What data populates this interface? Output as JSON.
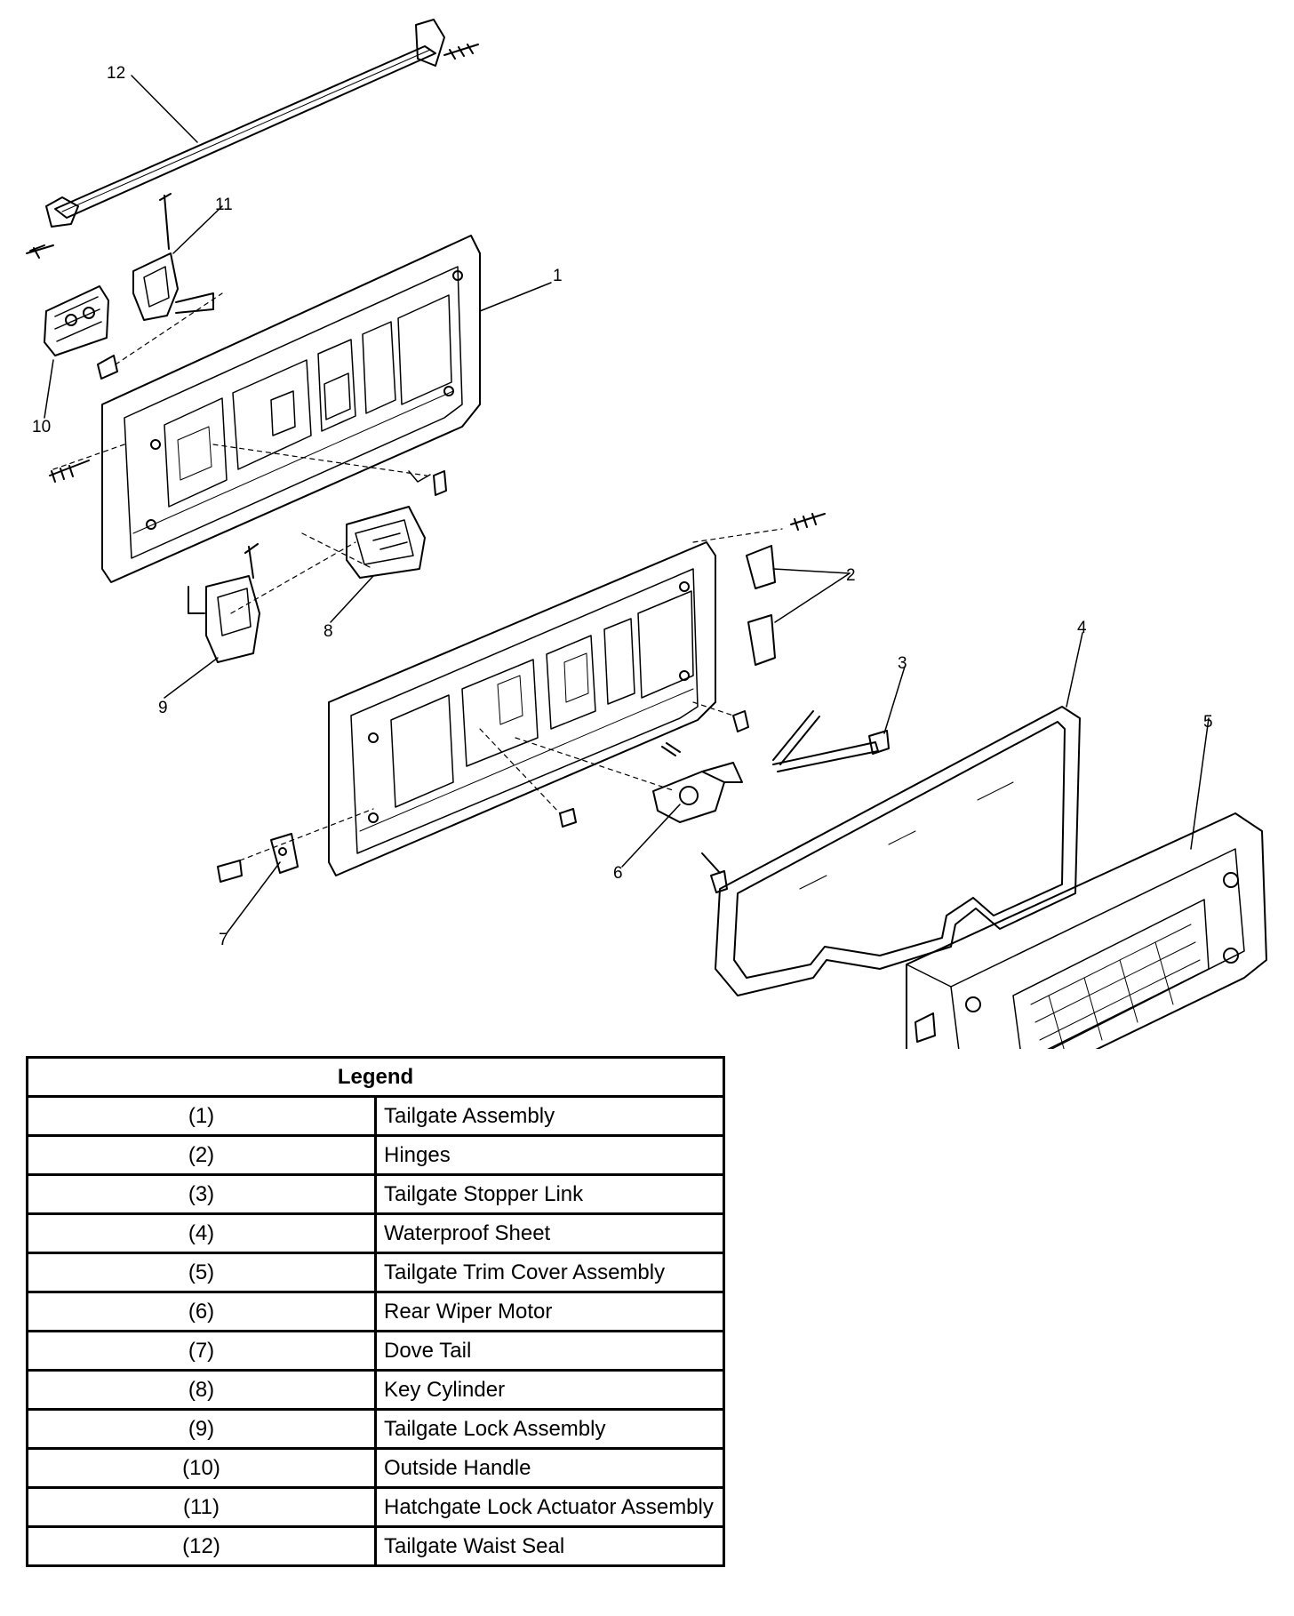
{
  "callouts": [
    "1",
    "2",
    "3",
    "4",
    "5",
    "6",
    "7",
    "8",
    "9",
    "10",
    "11",
    "12"
  ],
  "legend": {
    "title": "Legend",
    "rows": [
      {
        "num": "(1)",
        "desc": "Tailgate Assembly"
      },
      {
        "num": "(2)",
        "desc": "Hinges"
      },
      {
        "num": "(3)",
        "desc": "Tailgate Stopper Link"
      },
      {
        "num": "(4)",
        "desc": "Waterproof Sheet"
      },
      {
        "num": "(5)",
        "desc": "Tailgate Trim Cover Assembly"
      },
      {
        "num": "(6)",
        "desc": "Rear Wiper Motor"
      },
      {
        "num": "(7)",
        "desc": "Dove Tail"
      },
      {
        "num": "(8)",
        "desc": "Key Cylinder"
      },
      {
        "num": "(9)",
        "desc": "Tailgate Lock Assembly"
      },
      {
        "num": "(10)",
        "desc": "Outside Handle"
      },
      {
        "num": "(11)",
        "desc": "Hatchgate Lock Actuator Assembly"
      },
      {
        "num": "(12)",
        "desc": "Tailgate Waist Seal"
      }
    ]
  }
}
